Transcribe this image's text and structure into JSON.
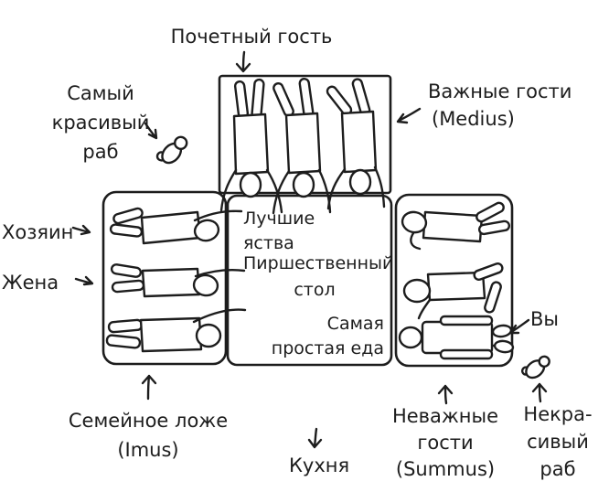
{
  "colors": {
    "ink": "#1d1d1d",
    "background": "#ffffff"
  },
  "labels": {
    "honored_guest": {
      "text": "Почетный гость"
    },
    "beautiful_slave": {
      "lines": [
        "Самый",
        "красивый",
        "раб"
      ]
    },
    "important_guests": {
      "lines": [
        "Важные гости",
        "(Medius)"
      ]
    },
    "host": {
      "text": "Хозяин"
    },
    "wife": {
      "text": "Жена"
    },
    "best_dishes": {
      "lines": [
        "Лучшие",
        "яства"
      ]
    },
    "feast_table": {
      "lines": [
        "Пиршественный",
        "стол"
      ]
    },
    "simplest_food": {
      "lines": [
        "Самая",
        "простая еда"
      ]
    },
    "you": {
      "text": "Вы"
    },
    "family_couch": {
      "lines": [
        "Семейное ложе",
        "(Imus)"
      ]
    },
    "kitchen": {
      "text": "Кухня"
    },
    "unimportant_guests": {
      "lines": [
        "Неважные",
        "гости",
        "(Summus)"
      ]
    },
    "ugly_slave": {
      "lines": [
        "Некра-",
        "сивый",
        "раб"
      ]
    }
  },
  "icons": {
    "beautiful_slave_figure": "small-person-top-view",
    "ugly_slave_figure": "small-person-top-view",
    "top_couch_figures": "three-reclining-guests",
    "left_couch_figures": "three-reclining-family",
    "right_couch_figures": "three-reclining-guests"
  }
}
